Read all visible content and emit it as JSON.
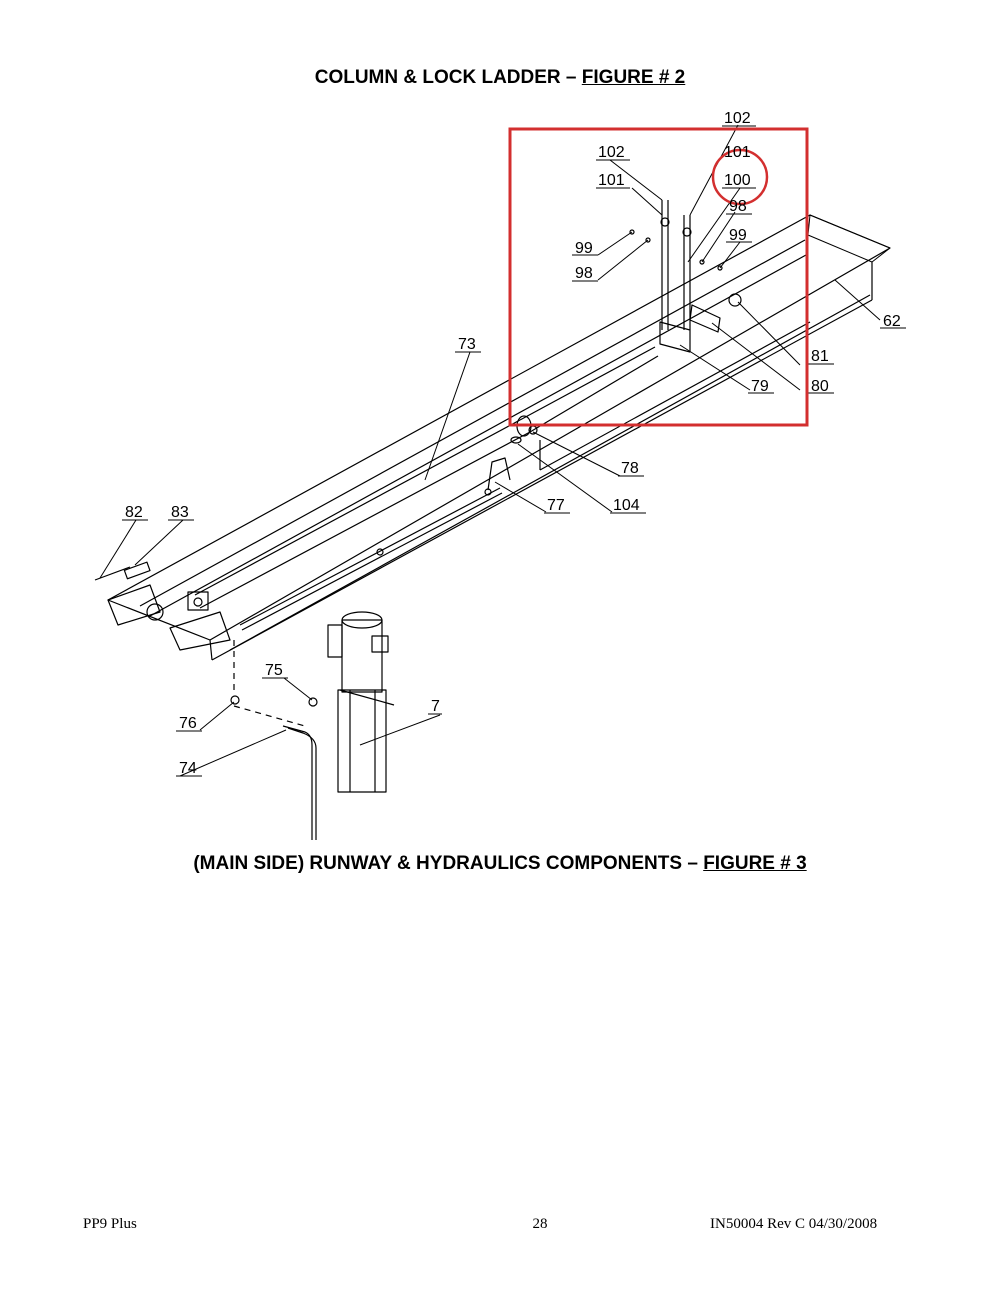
{
  "page": {
    "heading_top_main": "COLUMN & LOCK LADDER – ",
    "heading_top_fig": "FIGURE # 2",
    "heading_bottom_main": "(MAIN SIDE) RUNWAY & HYDRAULICS COMPONENTS – ",
    "heading_bottom_fig": "FIGURE # 3"
  },
  "callouts": {
    "c102a": "102",
    "c102b": "102",
    "c101a": "101",
    "c101b": "101",
    "c100": "100",
    "c98a": "98",
    "c98b": "98",
    "c99a": "99",
    "c99b": "99",
    "c62": "62",
    "c73": "73",
    "c81": "81",
    "c79": "79",
    "c80": "80",
    "c78": "78",
    "c77": "77",
    "c104": "104",
    "c82": "82",
    "c83": "83",
    "c75": "75",
    "c7": "7",
    "c76": "76",
    "c74": "74"
  },
  "annotations": {
    "box_color": "#d32f2f"
  },
  "footer": {
    "left": "PP9 Plus",
    "center": "28",
    "right": "IN50004 Rev C  04/30/2008"
  }
}
